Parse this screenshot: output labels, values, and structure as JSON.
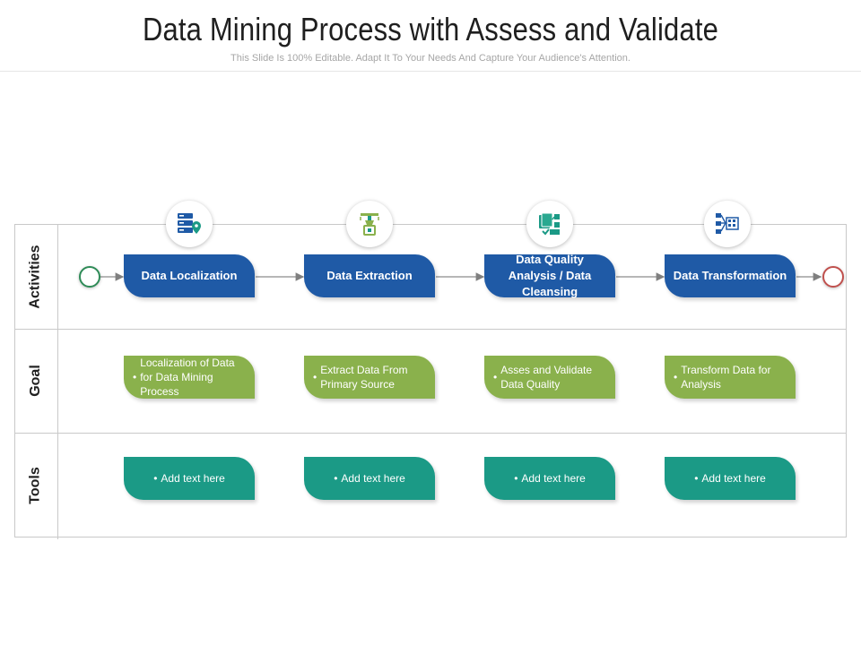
{
  "header": {
    "title": "Data Mining Process with Assess and Validate",
    "subtitle": "This Slide Is 100% Editable. Adapt It To Your Needs And Capture Your Audience's Attention."
  },
  "rows": [
    "Activities",
    "Goal",
    "Tools"
  ],
  "stages": [
    {
      "icon": "server-location-icon",
      "activity": "Data Localization",
      "goal_bullet": "•",
      "goal": "Localization of Data for Data Mining Process",
      "tool_bullet": "•",
      "tool": "Add text here"
    },
    {
      "icon": "extraction-machine-icon",
      "activity": "Data Extraction",
      "goal_bullet": "•",
      "goal": "Extract Data From Primary Source",
      "tool_bullet": "•",
      "tool": "Add text here"
    },
    {
      "icon": "quality-analysis-icon",
      "activity": "Data Quality Analysis / Data Cleansing",
      "goal_bullet": "•",
      "goal": "Asses and Validate Data Quality",
      "tool_bullet": "•",
      "tool": "Add text here"
    },
    {
      "icon": "data-transformation-icon",
      "activity": "Data Transformation",
      "goal_bullet": "•",
      "goal": "Transform Data for Analysis",
      "tool_bullet": "•",
      "tool": "Add text here"
    }
  ],
  "colors": {
    "activity": "#1f5aa6",
    "goal": "#8ab14c",
    "tool": "#1b9a86",
    "start": "#2e8b57",
    "end": "#c0504d"
  }
}
